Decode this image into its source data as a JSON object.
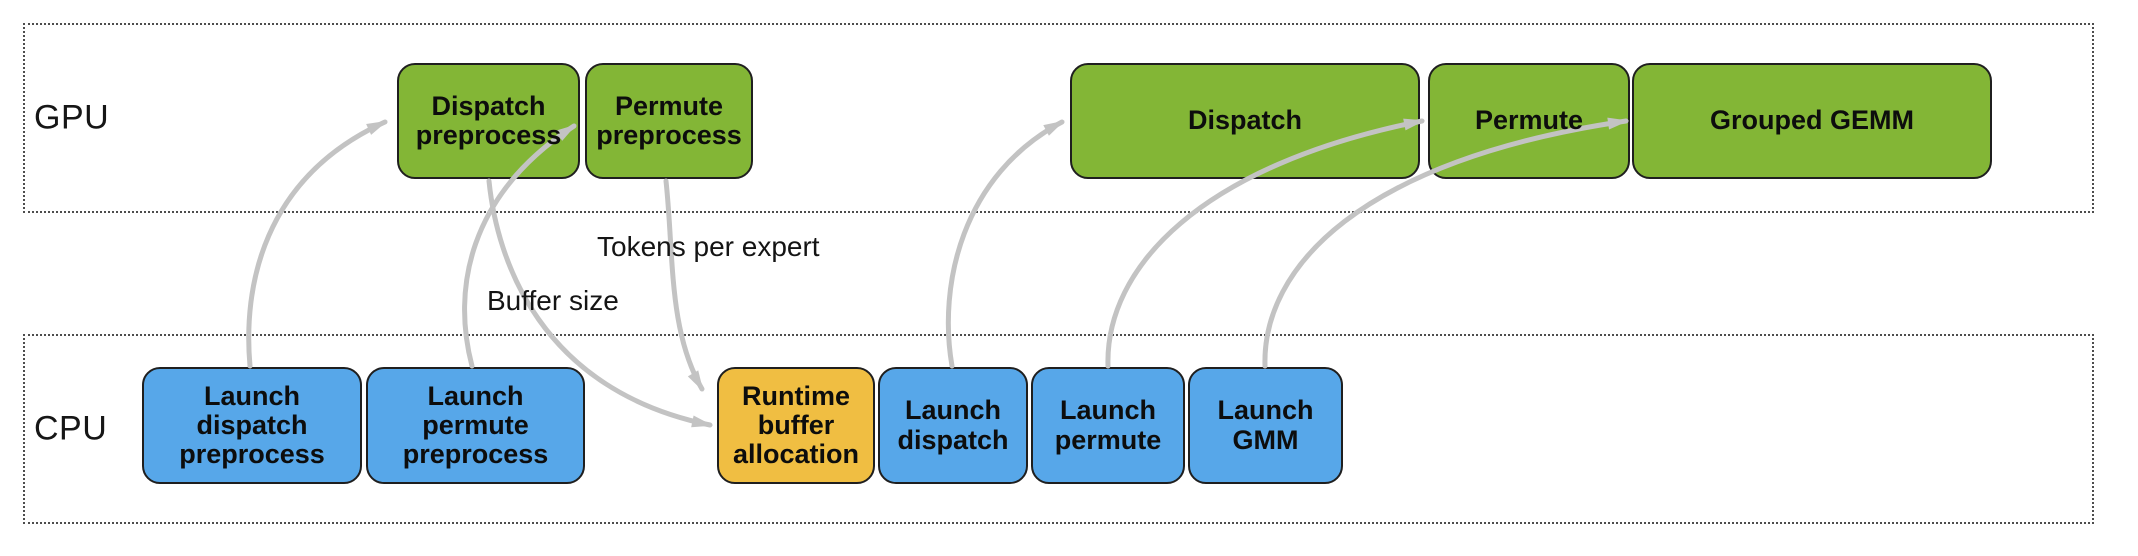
{
  "diagram": {
    "title_implicit": "MoE kernel launch timeline",
    "lanes": {
      "gpu": {
        "label": "GPU"
      },
      "cpu": {
        "label": "CPU"
      }
    },
    "gpu_boxes": [
      {
        "id": "dispatch-preprocess",
        "label": "Dispatch\npreprocess",
        "color": "green"
      },
      {
        "id": "permute-preprocess",
        "label": "Permute\npreprocess",
        "color": "green"
      },
      {
        "id": "dispatch",
        "label": "Dispatch",
        "color": "green"
      },
      {
        "id": "permute",
        "label": "Permute",
        "color": "green"
      },
      {
        "id": "grouped-gemm",
        "label": "Grouped GEMM",
        "color": "green"
      }
    ],
    "cpu_boxes": [
      {
        "id": "launch-dispatch-preprocess",
        "label": "Launch\ndispatch\npreprocess",
        "color": "blue"
      },
      {
        "id": "launch-permute-preprocess",
        "label": "Launch\npermute\npreprocess",
        "color": "blue"
      },
      {
        "id": "runtime-buffer-allocation",
        "label": "Runtime\nbuffer\nallocation",
        "color": "orange"
      },
      {
        "id": "launch-dispatch",
        "label": "Launch\ndispatch",
        "color": "blue"
      },
      {
        "id": "launch-permute",
        "label": "Launch\npermute",
        "color": "blue"
      },
      {
        "id": "launch-gmm",
        "label": "Launch\nGMM",
        "color": "blue"
      }
    ],
    "annotations": [
      {
        "id": "tokens-per-expert",
        "text": "Tokens per expert"
      },
      {
        "id": "buffer-size",
        "text": "Buffer size"
      }
    ],
    "arrows": [
      {
        "from": "launch-dispatch-preprocess",
        "to": "dispatch-preprocess",
        "label": ""
      },
      {
        "from": "launch-permute-preprocess",
        "to": "permute-preprocess",
        "label": ""
      },
      {
        "from": "dispatch-preprocess",
        "to": "runtime-buffer-allocation",
        "label": "Buffer size"
      },
      {
        "from": "permute-preprocess",
        "to": "runtime-buffer-allocation",
        "label": "Tokens per expert"
      },
      {
        "from": "launch-dispatch",
        "to": "dispatch",
        "label": ""
      },
      {
        "from": "launch-permute",
        "to": "permute",
        "label": ""
      },
      {
        "from": "launch-gmm",
        "to": "grouped-gemm",
        "label": ""
      }
    ],
    "colors": {
      "gpu_box_fill": "#83B636",
      "cpu_box_fill": "#57A7E9",
      "alloc_box_fill": "#F0BE42",
      "box_border": "#1F1F1F",
      "arrow": "#C3C3C3",
      "lane_border": "#4D4D4D",
      "text": "#0D0D0D",
      "background": "#FFFFFF"
    }
  }
}
